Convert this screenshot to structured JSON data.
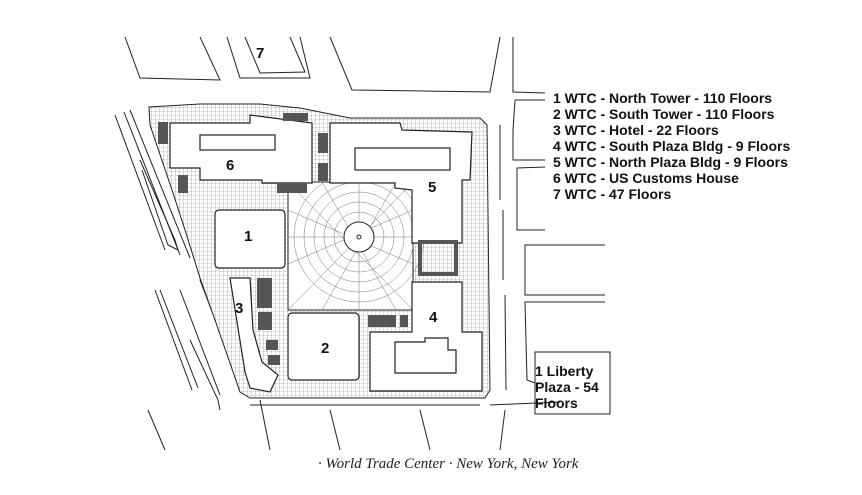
{
  "legend": [
    "1 WTC - North Tower - 110 Floors",
    "2 WTC - South Tower - 110 Floors",
    "3 WTC - Hotel - 22 Floors",
    "4 WTC - South Plaza Bldg - 9 Floors",
    "5 WTC - North Plaza Bldg - 9 Floors",
    "6 WTC - US Customs House",
    "7 WTC - 47 Floors"
  ],
  "buildings": {
    "b1": "1",
    "b2": "2",
    "b3": "3",
    "b4": "4",
    "b5": "5",
    "b6": "6",
    "b7": "7"
  },
  "liberty": [
    "1 Liberty",
    "Plaza - 54",
    "Floors"
  ],
  "caption": "· World Trade Center · New York, New York",
  "colors": {
    "line": "#222222",
    "dark": "#555555",
    "grid": "#888888"
  }
}
